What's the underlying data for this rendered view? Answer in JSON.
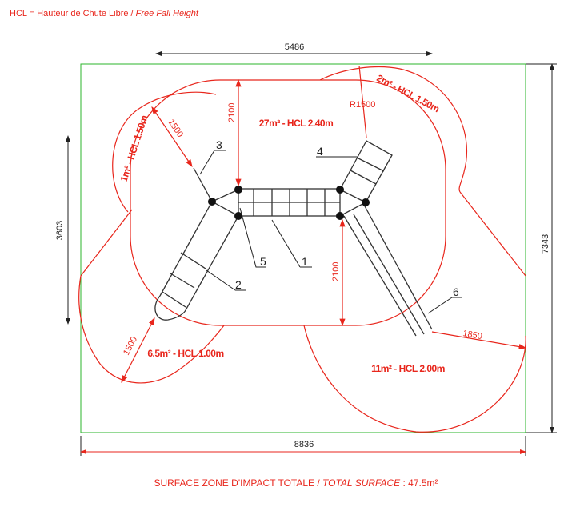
{
  "header": {
    "legend_fr": "HCL = Hauteur de Chute Libre",
    "legend_sep": " / ",
    "legend_en": "Free Fall Height"
  },
  "dimensions": {
    "top_width": "5486",
    "left_height": "3603",
    "right_height": "7343",
    "bottom_width": "8836",
    "radius": "R1500",
    "clear_left": "1500",
    "clear_bottom_left": "1500",
    "clear_top": "2100",
    "clear_bottom": "2100",
    "clear_right": "1850"
  },
  "zones": {
    "main": "27m² - HCL 2.40m",
    "top_right": "2m² - HCL 1.50m",
    "top_left": "1m² - HCL 1.50m",
    "bottom_left": "6.5m² - HCL 1.00m",
    "bottom_right": "11m² - HCL 2.00m"
  },
  "part_labels": {
    "p1": "1",
    "p2": "2",
    "p3": "3",
    "p4": "4",
    "p5": "5",
    "p6": "6"
  },
  "footer": {
    "fr": "SURFACE ZONE D'IMPACT TOTALE / ",
    "en": "TOTAL SURFACE",
    "value": " : 47.5m²"
  },
  "colors": {
    "red": "#e8261c",
    "green": "#2bb52b",
    "black": "#222222"
  }
}
